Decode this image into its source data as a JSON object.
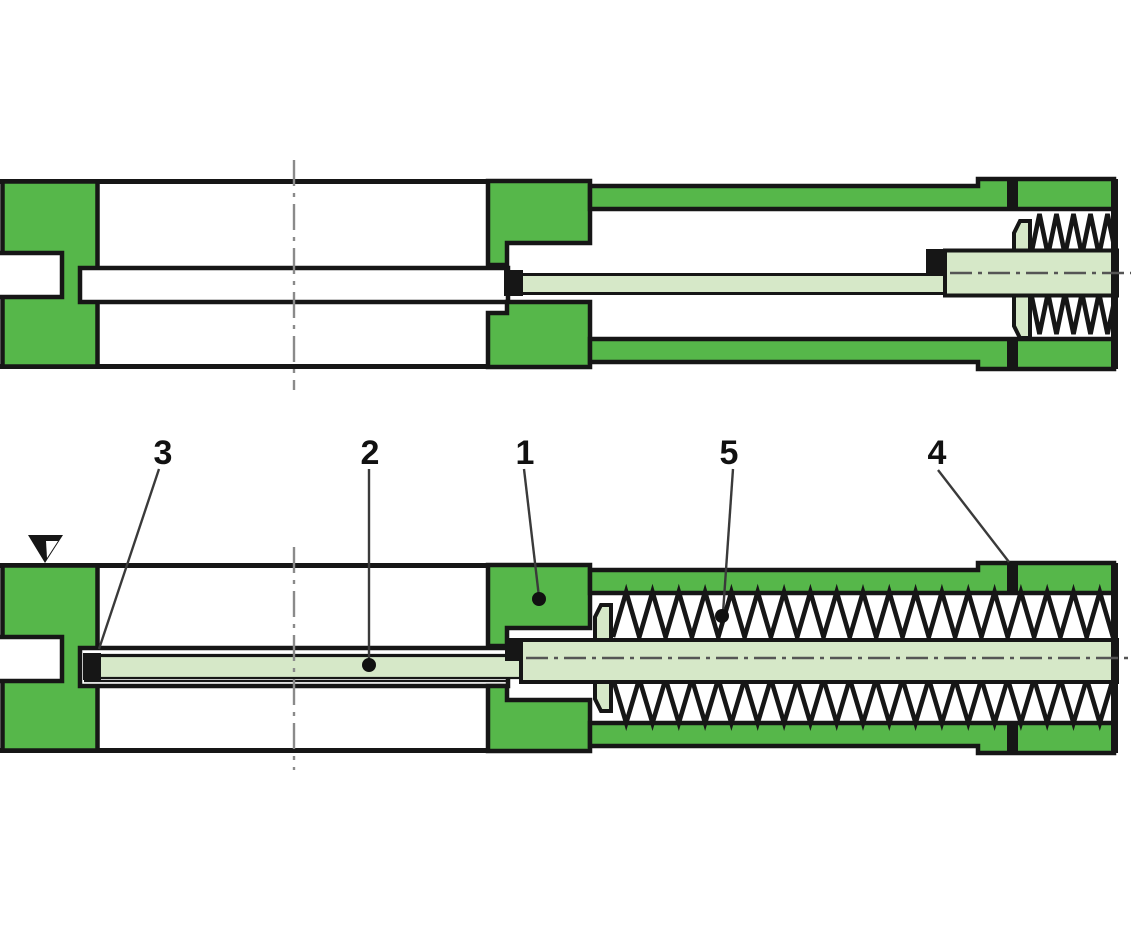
{
  "figure": {
    "kind": "technical sectional drawing",
    "subject": "spring-return cylinder shown in two positions (spring compressed above, spring extended below)"
  },
  "callouts": [
    {
      "label": "1"
    },
    {
      "label": "2"
    },
    {
      "label": "3"
    },
    {
      "label": "4"
    },
    {
      "label": "5"
    }
  ],
  "icons": {
    "datum_marker": "filled-triangle-down"
  },
  "colors": {
    "body_green": "#56b74a",
    "rod_pale_green": "#d6e8c8",
    "outline": "#161616",
    "centerline_gray": "#8a8a8a"
  }
}
